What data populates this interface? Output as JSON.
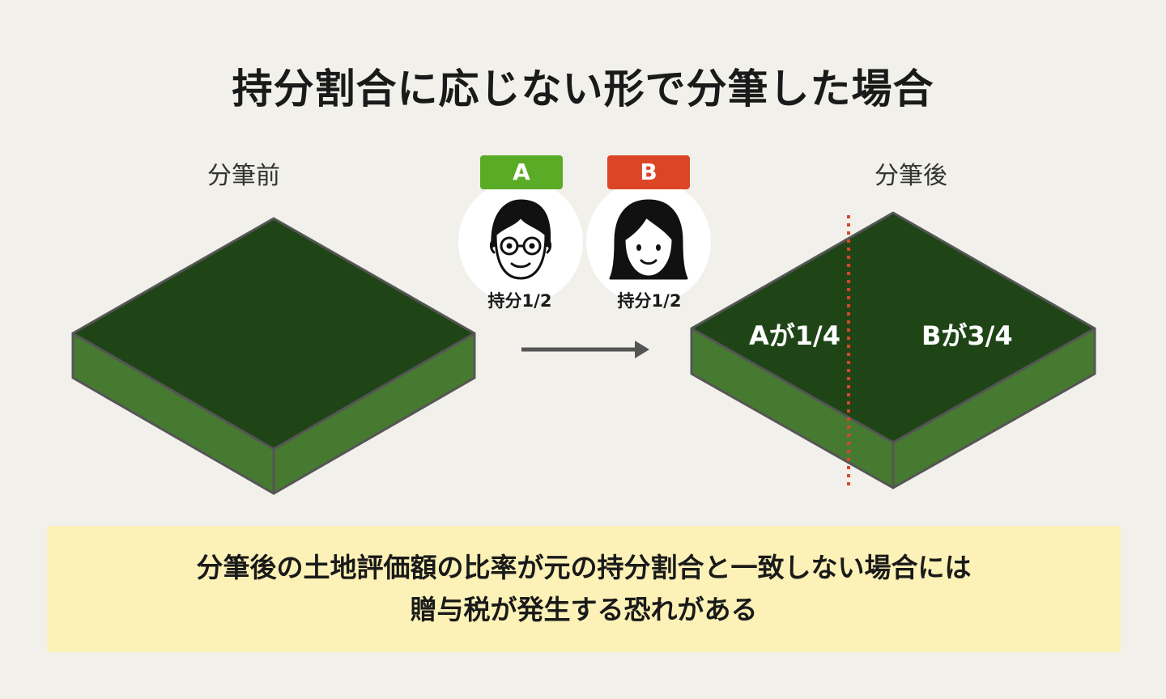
{
  "title": "持分割合に応じない形で分筆した場合",
  "before": {
    "caption": "分筆前"
  },
  "after": {
    "caption": "分筆後",
    "plot_a_label": "Aが1/4",
    "plot_b_label": "Bが3/4"
  },
  "owners": [
    {
      "badge": "A",
      "share": "持分1/2",
      "badge_color": "#5aab26"
    },
    {
      "badge": "B",
      "share": "持分1/2",
      "badge_color": "#dc4626"
    }
  ],
  "note": {
    "line1": "分筆後の土地評価額の比率が元の持分割合と一致しない場合には",
    "line2": "贈与税が発生する恐れがある"
  },
  "colors": {
    "land_top": "#1f4517",
    "land_side": "#467a30",
    "land_edge": "#555555",
    "divider": "#d9472b",
    "arrow": "#555555",
    "note_bg": "#fcf1b6"
  },
  "icons": [
    "man-with-glasses-icon",
    "woman-icon",
    "arrow-right-icon"
  ]
}
